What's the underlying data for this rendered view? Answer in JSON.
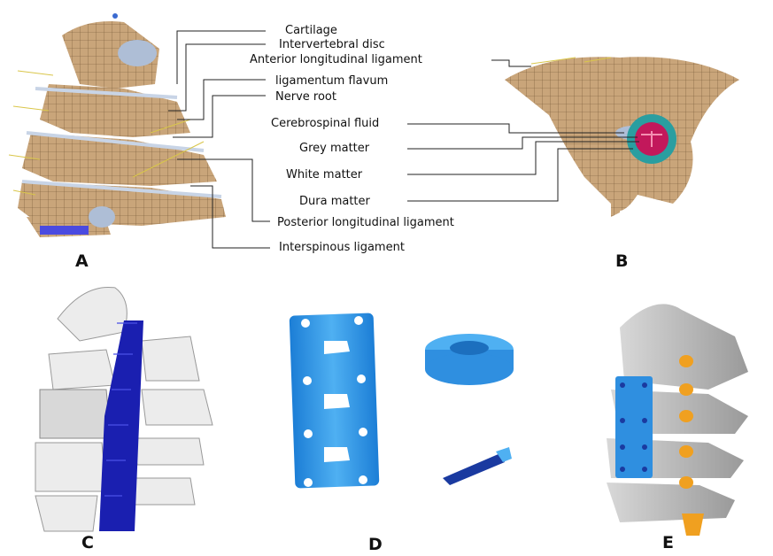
{
  "labels": [
    "Cartilage",
    "Intervertebral disc",
    "Anterior longitudinal ligament",
    "ligamentum flavum",
    "Nerve root",
    "Cerebrospinal fluid",
    "Grey matter",
    "White matter",
    "Dura matter",
    "Posterior longitudinal ligament",
    "Interspinous ligament"
  ],
  "panels": [
    "A",
    "B",
    "C",
    "D",
    "E"
  ],
  "colors": {
    "bone": "#c9a57a",
    "bone_dark": "#8a6a45",
    "implant_blue": "#2f8fe0",
    "plate_navy": "#1a1fb0",
    "screw_orange": "#f0a020",
    "gray_bone": "#b8b8b8",
    "white_bone": "#ececec"
  }
}
